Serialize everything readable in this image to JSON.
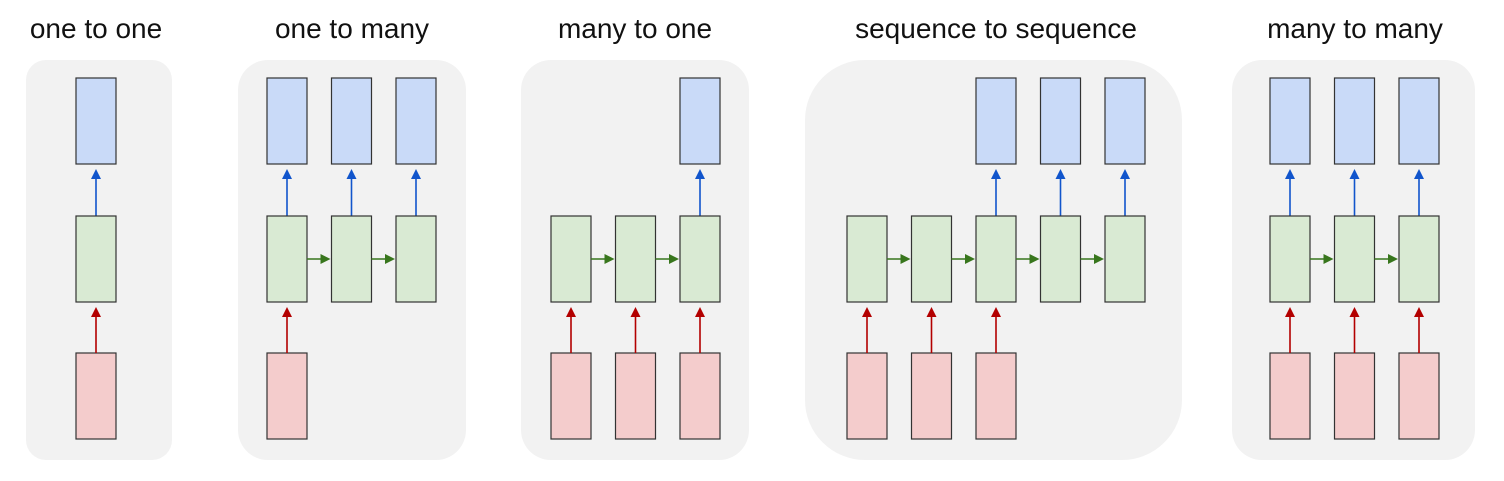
{
  "colors": {
    "panel_bg": "#f2f2f2",
    "input_fill": "#f4cccc",
    "hidden_fill": "#d9ead3",
    "output_fill": "#c9daf8",
    "box_stroke": "#333333",
    "input_arrow": "#b30000",
    "hidden_arrow": "#38761d",
    "output_arrow": "#1155cc"
  },
  "panels": [
    {
      "title": "one to one",
      "columns": [
        {
          "input": true,
          "hidden": true,
          "output": true
        }
      ]
    },
    {
      "title": "one to many",
      "columns": [
        {
          "input": true,
          "hidden": true,
          "output": true
        },
        {
          "input": false,
          "hidden": true,
          "output": true
        },
        {
          "input": false,
          "hidden": true,
          "output": true
        }
      ]
    },
    {
      "title": "many to one",
      "columns": [
        {
          "input": true,
          "hidden": true,
          "output": false
        },
        {
          "input": true,
          "hidden": true,
          "output": false
        },
        {
          "input": true,
          "hidden": true,
          "output": true
        }
      ]
    },
    {
      "title": "sequence to sequence",
      "columns": [
        {
          "input": true,
          "hidden": true,
          "output": false
        },
        {
          "input": true,
          "hidden": true,
          "output": false
        },
        {
          "input": true,
          "hidden": true,
          "output": true
        },
        {
          "input": false,
          "hidden": true,
          "output": true
        },
        {
          "input": false,
          "hidden": true,
          "output": true
        }
      ]
    },
    {
      "title": "many to many",
      "columns": [
        {
          "input": true,
          "hidden": true,
          "output": true
        },
        {
          "input": true,
          "hidden": true,
          "output": true
        },
        {
          "input": true,
          "hidden": true,
          "output": true
        }
      ]
    }
  ]
}
